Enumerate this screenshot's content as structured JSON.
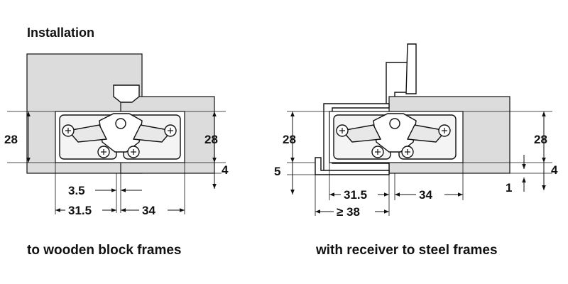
{
  "heading": "Installation",
  "left_figure": {
    "caption": "to wooden block frames",
    "dims": {
      "height_left": "28",
      "height_right": "28",
      "offset_right": "4",
      "gap": "3.5",
      "depth_left": "31.5",
      "depth_right": "34"
    }
  },
  "right_figure": {
    "caption": "with receiver to steel frames",
    "dims": {
      "height_left": "28",
      "offset_left": "5",
      "height_right": "28",
      "offset_right": "4",
      "gap_right": "1",
      "depth_left": "31.5",
      "depth_right": "34",
      "overall_depth": "≥ 38"
    }
  },
  "colors": {
    "panel": "#dcdcdc",
    "hinge_fill": "#f4f4f4",
    "line": "#111111"
  }
}
